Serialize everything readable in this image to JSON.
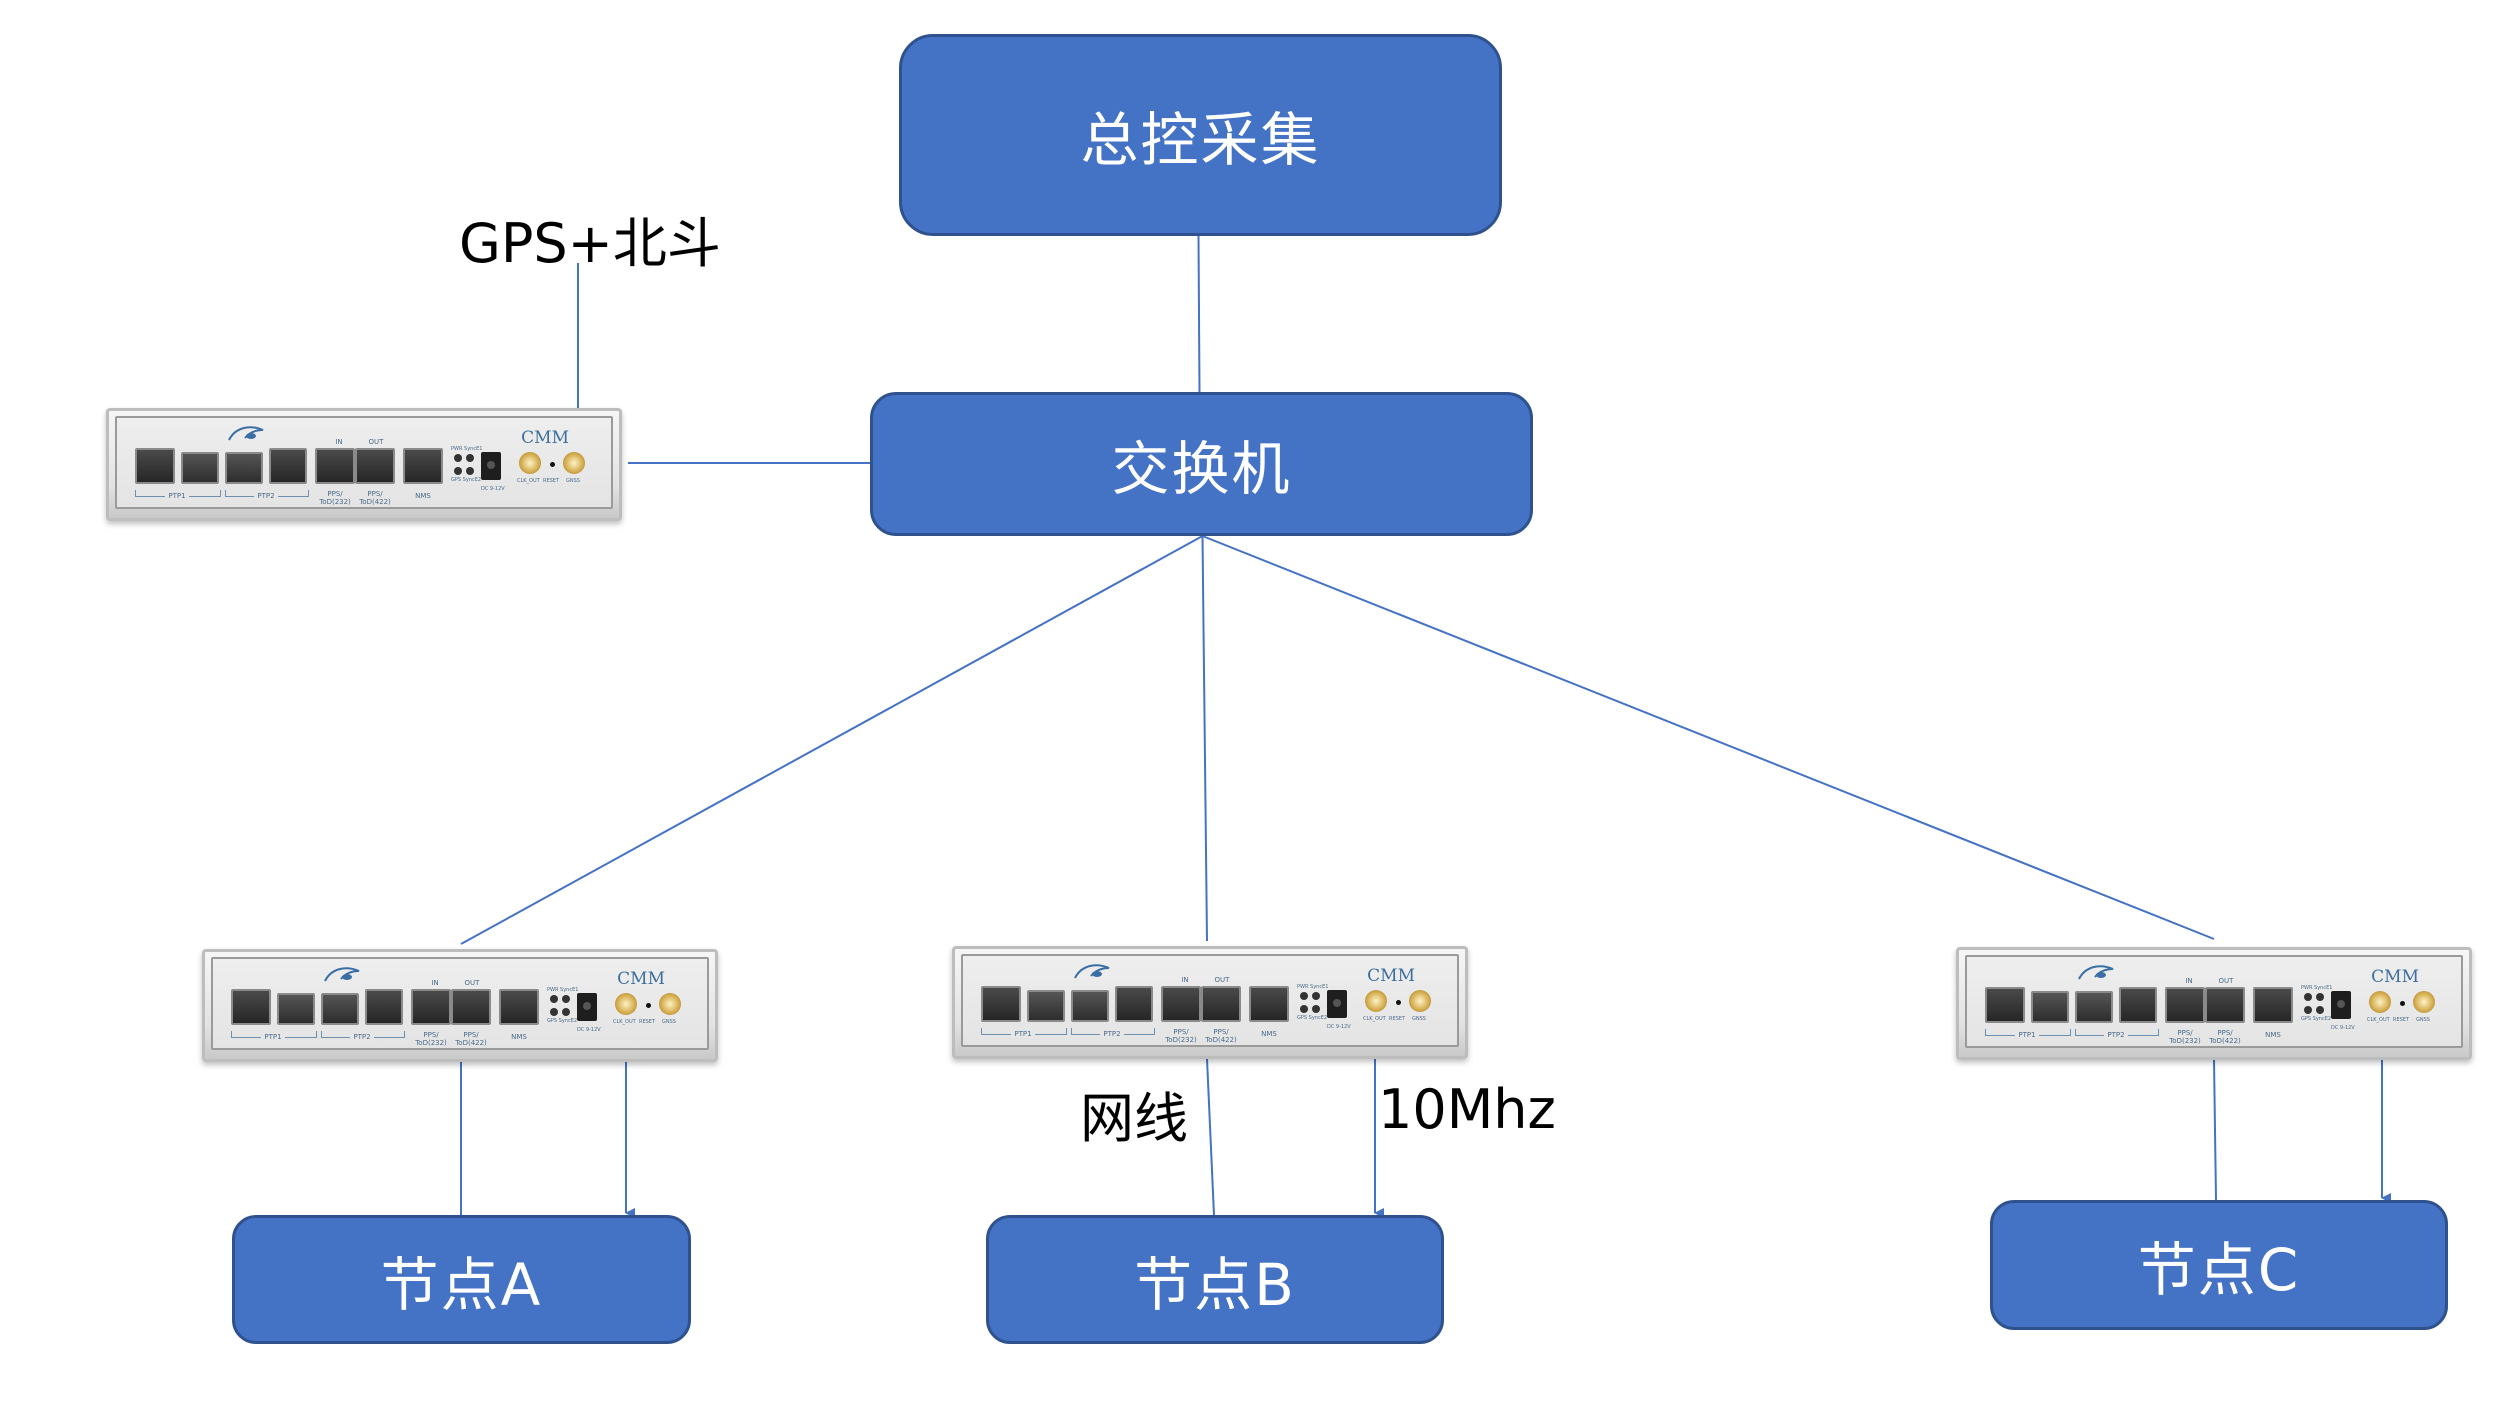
{
  "diagram": {
    "title_box": {
      "label": "总控采集"
    },
    "switch_box": {
      "label": "交换机"
    },
    "gps_label": "GPS+北斗",
    "cable_label": "网线",
    "clock_label": "10Mhz",
    "nodes": [
      {
        "id": "node-a",
        "label": "节点A"
      },
      {
        "id": "node-b",
        "label": "节点B"
      },
      {
        "id": "node-c",
        "label": "节点C"
      }
    ],
    "device": {
      "brand": "CMM",
      "ports": {
        "ptp1": "PTP1",
        "ptp2": "PTP2",
        "pps232": "PPS/\nToD(232)",
        "pps422": "PPS/\nToD(422)",
        "in": "IN",
        "out": "OUT",
        "nms": "NMS",
        "pwr": "PWR SyncE1",
        "gps": "GPS SyncE2",
        "dc": "DC 9-12V",
        "clk_out": "CLK_OUT",
        "reset": "RESET",
        "gnss": "GNSS"
      }
    },
    "devices": [
      {
        "id": "master-device",
        "role": "grandmaster"
      },
      {
        "id": "device-a",
        "role": "slave"
      },
      {
        "id": "device-b",
        "role": "slave"
      },
      {
        "id": "device-c",
        "role": "slave"
      }
    ],
    "connections": [
      {
        "from": "title-box",
        "to": "switch-box",
        "type": "line"
      },
      {
        "from": "gps-label",
        "to": "master-device.gnss",
        "type": "line"
      },
      {
        "from": "master-device",
        "to": "switch-box",
        "type": "line"
      },
      {
        "from": "switch-box",
        "to": "device-a",
        "type": "line"
      },
      {
        "from": "switch-box",
        "to": "device-b",
        "type": "line"
      },
      {
        "from": "switch-box",
        "to": "device-c",
        "type": "line"
      },
      {
        "from": "device-a",
        "to": "node-a",
        "type": "line"
      },
      {
        "from": "device-a.clk_out",
        "to": "node-a",
        "type": "arrow"
      },
      {
        "from": "device-b",
        "to": "node-b",
        "type": "line"
      },
      {
        "from": "device-b.clk_out",
        "to": "node-b",
        "type": "arrow"
      },
      {
        "from": "device-c",
        "to": "node-c",
        "type": "line"
      },
      {
        "from": "device-c.clk_out",
        "to": "node-c",
        "type": "arrow"
      }
    ],
    "colors": {
      "box_fill": "#4472C4",
      "box_border": "#2F528F",
      "wire": "#4472C4"
    }
  }
}
